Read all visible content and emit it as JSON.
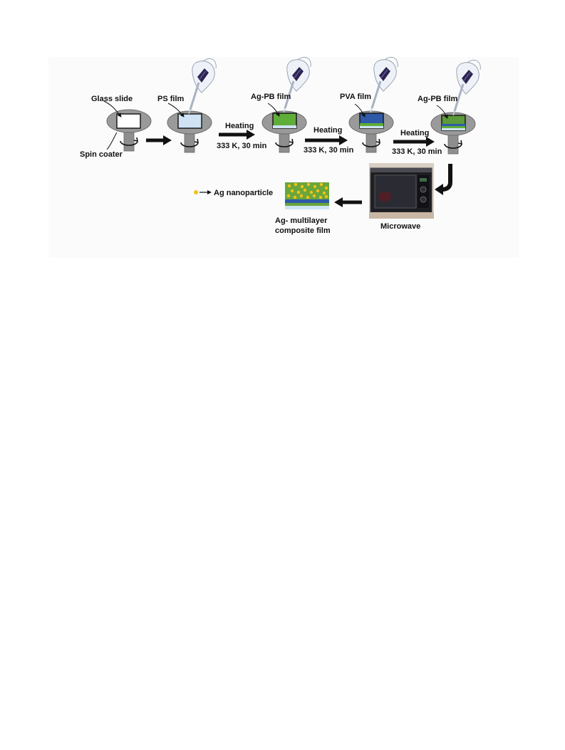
{
  "labels": {
    "glass_slide": "Glass slide",
    "spin_coater": "Spin coater",
    "ps_film": "PS film",
    "ag_pb_film_1": "Ag-PB film",
    "pva_film": "PVA film",
    "ag_pb_film_2": "Ag-PB film",
    "microwave": "Microwave",
    "ag_nanoparticle": "Ag nanoparticle",
    "composite_line1": "Ag- multilayer",
    "composite_line2": "composite film"
  },
  "steps": [
    {
      "heating": "Heating",
      "condition": "333 K, 30 min"
    },
    {
      "heating": "Heating",
      "condition": "333 K, 30 min"
    },
    {
      "heating": "Heating",
      "condition": "333 K, 30 min"
    }
  ],
  "colors": {
    "platform": "#9c9c9c",
    "ps_film": "#cfe3f5",
    "ag_pb_film": "#5fae3a",
    "pva_film": "#2f5aa8",
    "composite_top": "#6aa63a",
    "nanoparticle": "#f2c21a",
    "glove": "#ecf1f8",
    "pipette_grip": "#2c2450"
  },
  "icons": [
    "pipette-hand-icon",
    "rotation-arrow-icon",
    "microwave-oven-icon",
    "nanoparticle-dot-icon"
  ]
}
